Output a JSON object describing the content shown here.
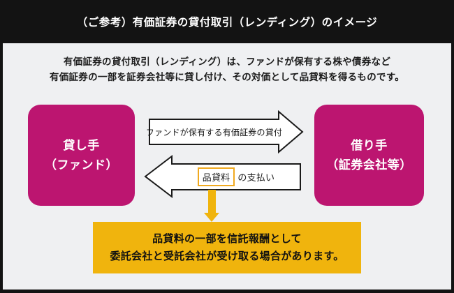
{
  "header": {
    "title": "（ご参考）有価証券の貸付取引（レンディング）のイメージ"
  },
  "description": {
    "line1": "有価証券の貸付取引（レンディング）は、ファンドが保有する株や債券など",
    "line2": "有価証券の一部を証券会社等に貸し付け、その対価として品貸料を得るものです。"
  },
  "diagram": {
    "lender": {
      "line1": "貸し手",
      "line2": "（ファンド）"
    },
    "borrower": {
      "line1": "借り手",
      "line2": "（証券会社等）"
    },
    "lending_arrow": {
      "label": "ファンドが保有する有価証券の貸付"
    },
    "payment_arrow": {
      "highlight": "品貸料",
      "rest": "の支払い"
    },
    "note": {
      "line1": "品貸料の一部を信託報酬として",
      "line2": "委託会社と受託会社が受け取る場合があります。"
    }
  },
  "colors": {
    "magenta": "#bc1570",
    "amber": "#f0b40d",
    "amber_border": "#f0a91e",
    "bg": "#eff0f2",
    "frame": "#131313",
    "text_dark": "#1b1b1b"
  }
}
